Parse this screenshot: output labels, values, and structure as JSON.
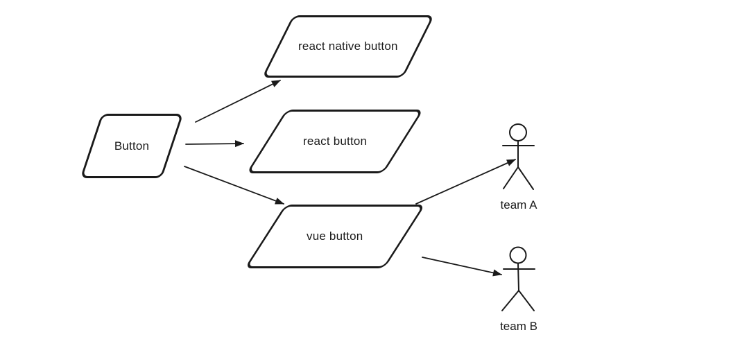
{
  "diagram": {
    "background_color": "#ffffff",
    "stroke_color": "#1a1a1a",
    "nodes": [
      {
        "id": "button",
        "label": "Button",
        "shape": "parallelogram"
      },
      {
        "id": "react-native-button",
        "label": "react native button",
        "shape": "parallelogram"
      },
      {
        "id": "react-button",
        "label": "react button",
        "shape": "parallelogram"
      },
      {
        "id": "vue-button",
        "label": "vue button",
        "shape": "parallelogram"
      }
    ],
    "actors": [
      {
        "id": "team-a",
        "label": "team A"
      },
      {
        "id": "team-b",
        "label": "team B"
      }
    ],
    "edges": [
      {
        "from": "button",
        "to": "react-native-button"
      },
      {
        "from": "button",
        "to": "react-button"
      },
      {
        "from": "button",
        "to": "vue-button"
      },
      {
        "from": "vue-button",
        "to": "team-a"
      },
      {
        "from": "vue-button",
        "to": "team-b"
      }
    ]
  }
}
